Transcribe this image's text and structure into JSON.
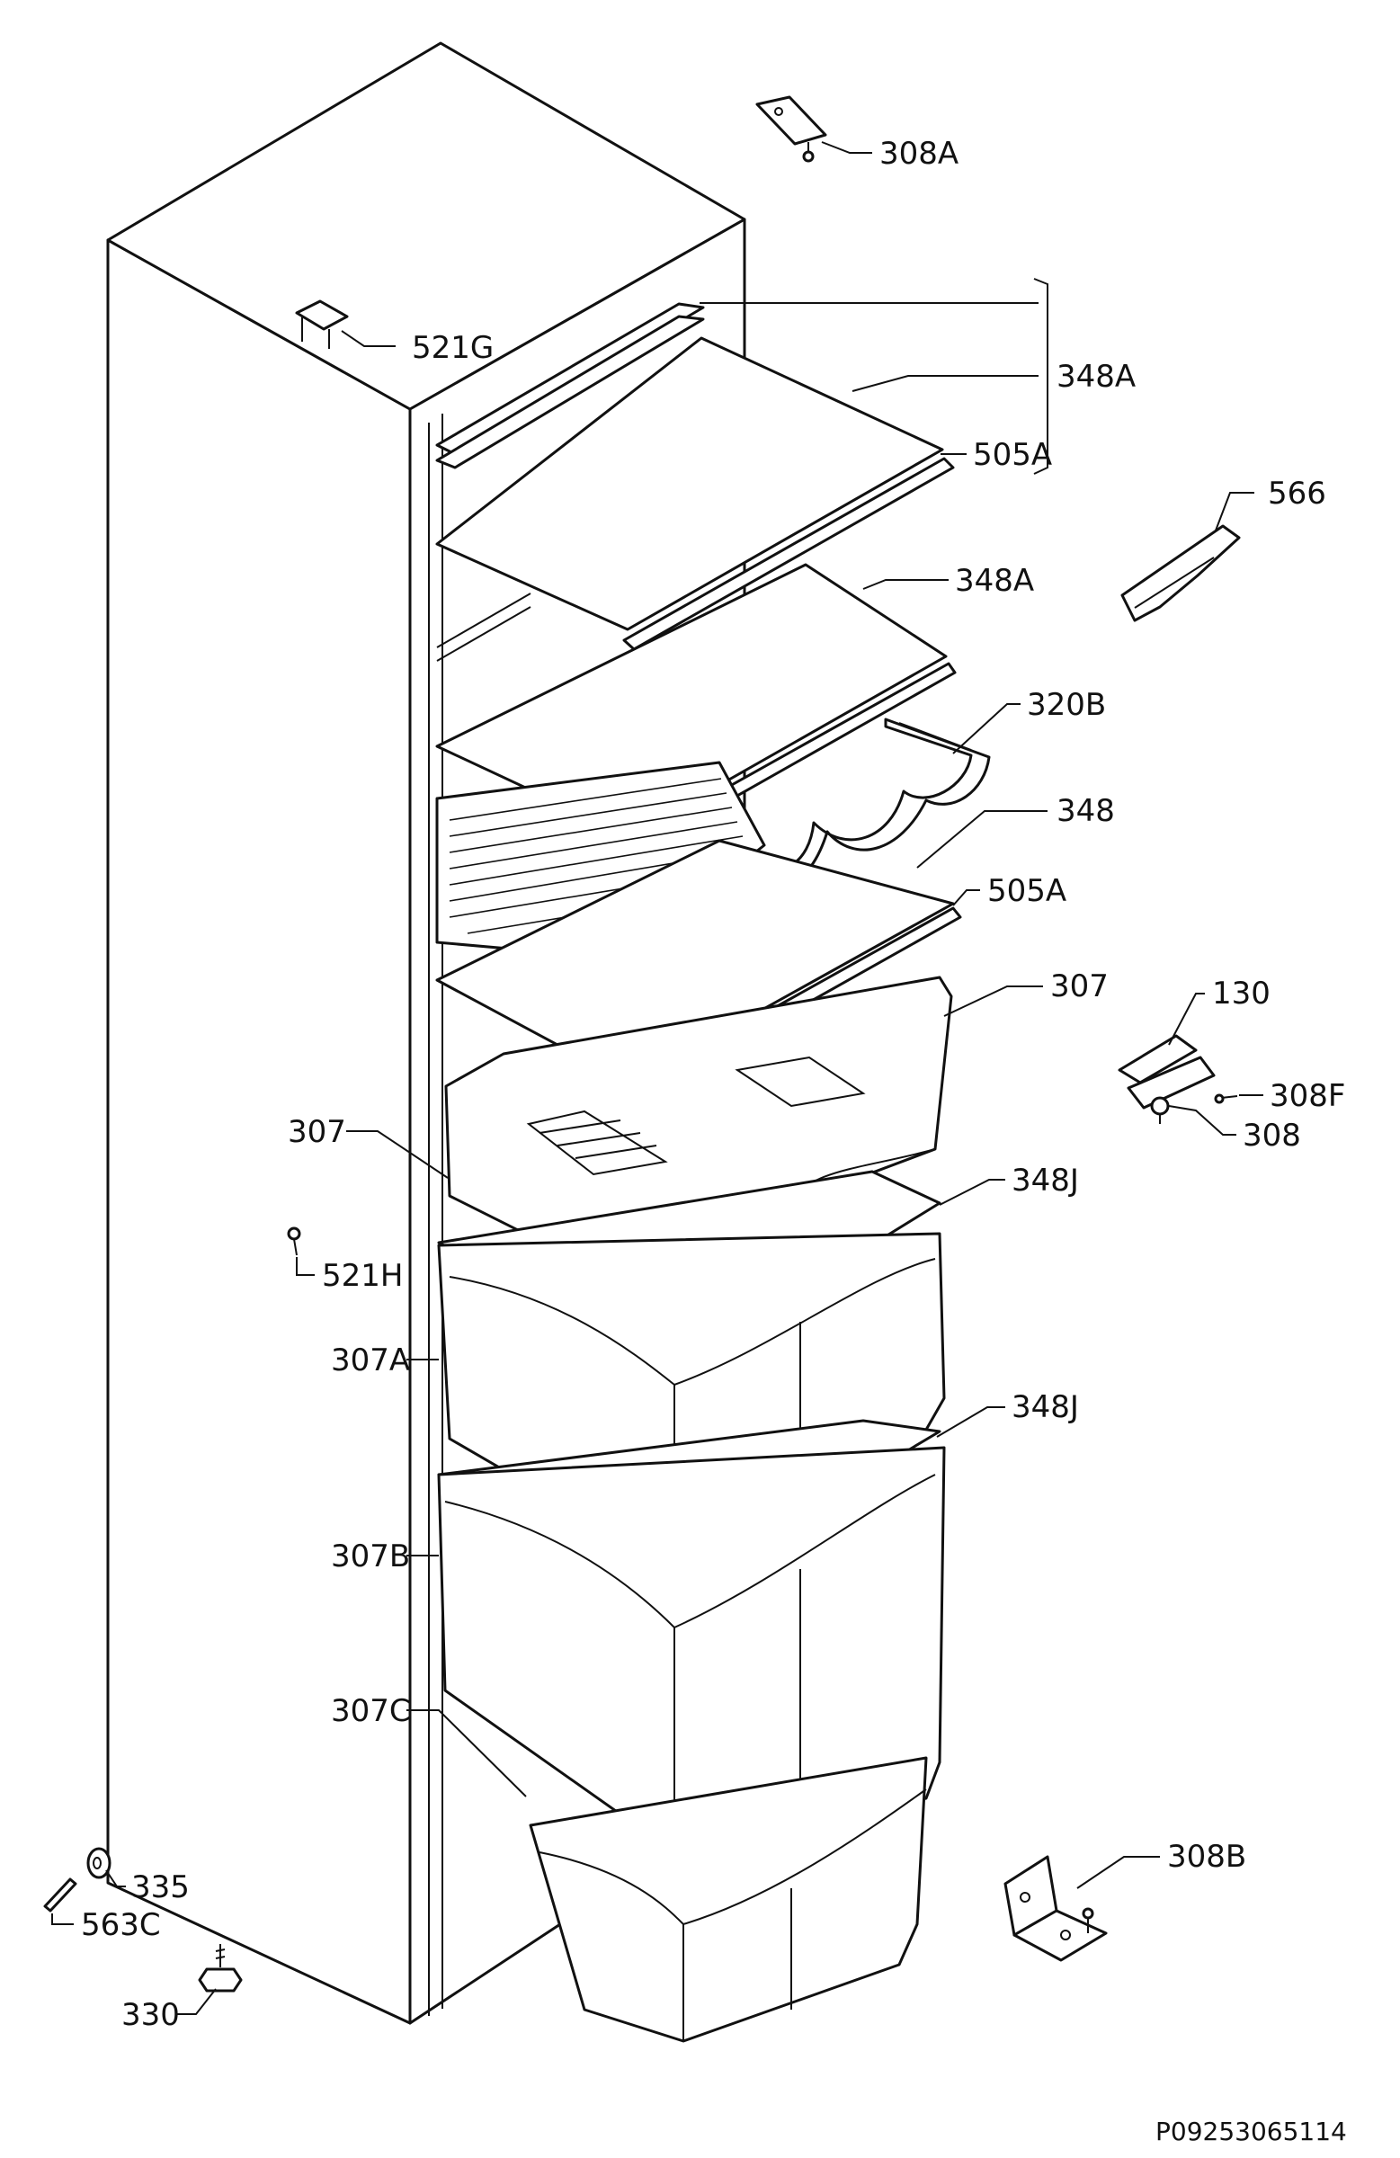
{
  "diagram": {
    "labels": [
      {
        "id": "308a-top",
        "text": "308A"
      },
      {
        "id": "521g",
        "text": "521G"
      },
      {
        "id": "348a-bracket",
        "text": "348A"
      },
      {
        "id": "505a-top",
        "text": "505A"
      },
      {
        "id": "566",
        "text": "566"
      },
      {
        "id": "348a-second",
        "text": "348A"
      },
      {
        "id": "320b",
        "text": "320B"
      },
      {
        "id": "348",
        "text": "348"
      },
      {
        "id": "505a-lower",
        "text": "505A"
      },
      {
        "id": "307-right",
        "text": "307"
      },
      {
        "id": "130",
        "text": "130"
      },
      {
        "id": "308f",
        "text": "308F"
      },
      {
        "id": "308",
        "text": "308"
      },
      {
        "id": "307-left",
        "text": "307"
      },
      {
        "id": "348j-upper",
        "text": "348J"
      },
      {
        "id": "521h",
        "text": "521H"
      },
      {
        "id": "307a",
        "text": "307A"
      },
      {
        "id": "348j-lower",
        "text": "348J"
      },
      {
        "id": "307b",
        "text": "307B"
      },
      {
        "id": "307c",
        "text": "307C"
      },
      {
        "id": "308b",
        "text": "308B"
      },
      {
        "id": "335",
        "text": "335"
      },
      {
        "id": "563c",
        "text": "563C"
      },
      {
        "id": "330",
        "text": "330"
      }
    ],
    "drawing_code": "P09253065114"
  }
}
